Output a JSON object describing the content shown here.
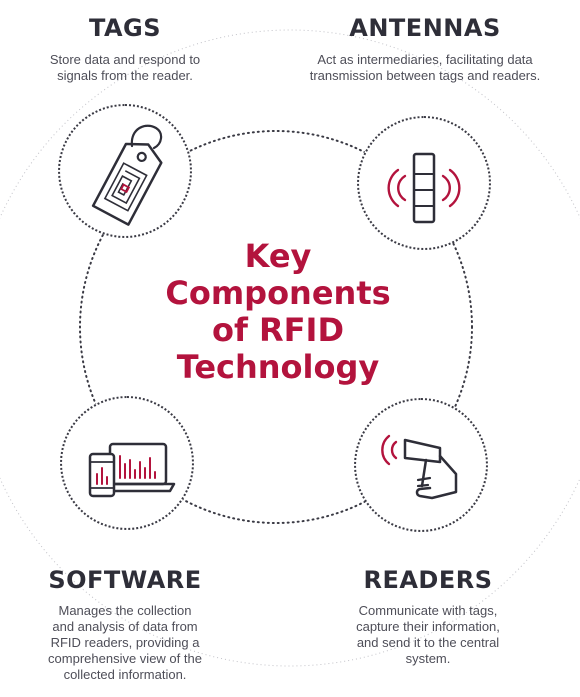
{
  "center_title": [
    "Key",
    "Components",
    "of RFID",
    "Technology"
  ],
  "components": {
    "tags": {
      "title": "TAGS",
      "description": [
        "Store data and respond to",
        "signals from the reader."
      ],
      "icon": "rfid-tag-icon"
    },
    "antennas": {
      "title": "ANTENNAS",
      "description": [
        "Act as intermediaries, facilitating data",
        "transmission between tags and readers."
      ],
      "icon": "antenna-icon"
    },
    "software": {
      "title": "SOFTWARE",
      "description": [
        "Manages the collection",
        "and analysis of data from",
        "RFID readers, providing a",
        "comprehensive view of the",
        "collected information."
      ],
      "icon": "software-devices-icon"
    },
    "readers": {
      "title": "READERS",
      "description": [
        "Communicate with tags,",
        "capture their information,",
        "and send it to the central",
        "system."
      ],
      "icon": "handheld-reader-icon"
    }
  },
  "colors": {
    "accent": "#b3133d",
    "heading": "#2e2e38",
    "text": "#4e4e58",
    "dotted_line": "#3a3a44"
  }
}
